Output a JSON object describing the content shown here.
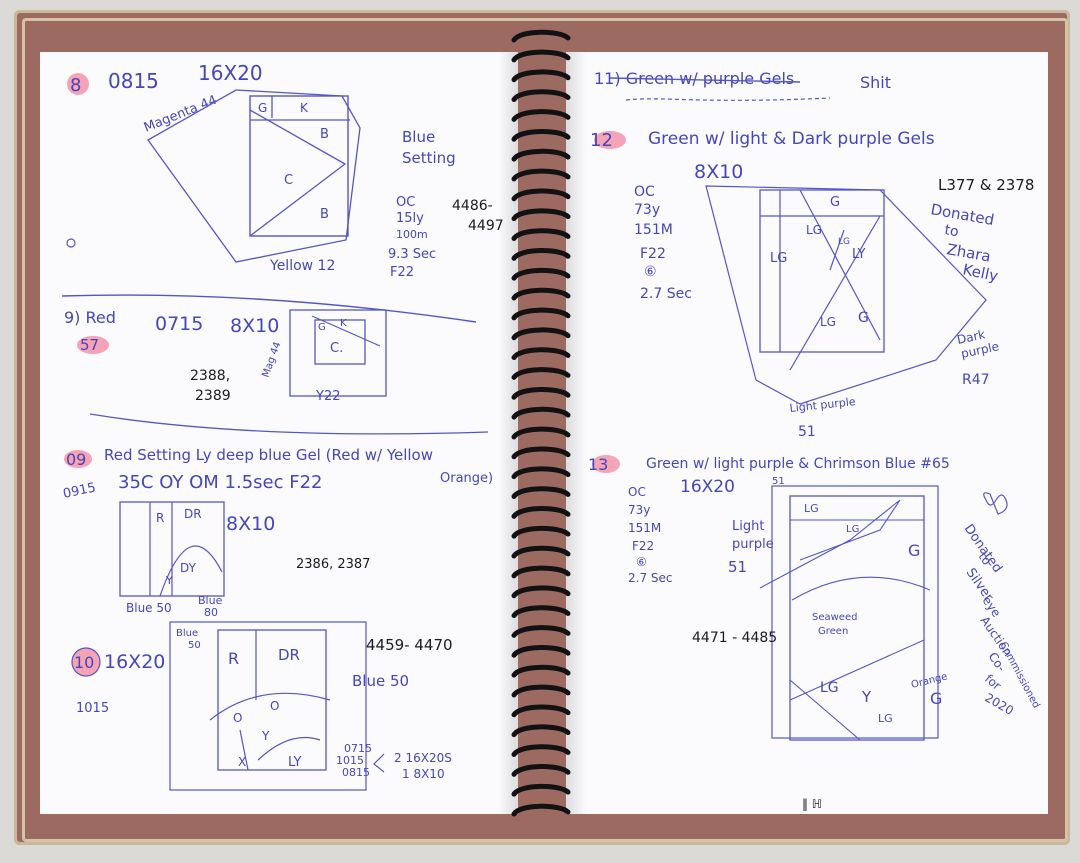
{
  "left_page": {
    "entry8": {
      "number": "8",
      "time": "0815",
      "size": "16X20",
      "magenta": "Magenta 44",
      "zones": {
        "g": "G",
        "k": "K",
        "b1": "B",
        "c": "C",
        "b2": "B"
      },
      "yellow": "Yellow 12",
      "setting": [
        "Blue",
        "Setting"
      ],
      "exposure": [
        "OC",
        "15ly",
        "100m",
        "9.3 Sec",
        "F22"
      ],
      "frames": [
        "4486-",
        "4497"
      ]
    },
    "entry9": {
      "label": "9) Red",
      "time": "0715",
      "size": "8X10",
      "number": "57",
      "zones": {
        "g": "G",
        "k": "K",
        "c": "C.",
        "y": "Y22"
      },
      "magenta": "Mag 44",
      "frames": [
        "2388,",
        "2389"
      ]
    },
    "entry10": {
      "number": "09",
      "heading": "Red Setting Ly deep blue Gel (Red w/ Yellow",
      "heading2": "Orange)",
      "time_margin": "0915",
      "exposure": "35C  OY  OM   1.5sec  F22",
      "size": "8X10",
      "zones": {
        "r": "R",
        "dr": "DR",
        "y": "Y",
        "dy": "DY"
      },
      "blue50": "Blue 50",
      "blue80": [
        "Blue",
        "80"
      ],
      "frames": "2386, 2387"
    },
    "entry11": {
      "number": "10",
      "size": "16X20",
      "time_margin": "1015",
      "blue50_top": [
        "Blue",
        "50"
      ],
      "zones": {
        "r": "R",
        "dr": "DR",
        "o1": "O",
        "o2": "O",
        "y": "Y",
        "x": "X",
        "ly": "LY"
      },
      "frames": "4459- 4470",
      "setting": "Blue 50",
      "times": [
        "0715",
        "1015",
        "0815"
      ],
      "sizes": [
        "2 16X20S",
        "1 8X10"
      ]
    }
  },
  "right_page": {
    "entry11_struck": {
      "heading": "11) Green w/ purple Gels",
      "note": "Shit"
    },
    "entry12": {
      "number": "12",
      "heading": "Green w/ light & Dark purple Gels",
      "size": "8X10",
      "exposure": [
        "OC",
        "73y",
        "151M",
        "F22",
        "⑥",
        "2.7 Sec"
      ],
      "frames": "L377 & 2378",
      "donated": [
        "Donated",
        "to",
        "Zhara",
        "Kelly"
      ],
      "zones": {
        "g1": "G",
        "lg1": "LG",
        "lg2": "LG",
        "ly": "LY",
        "lg3": "LG",
        "g2": "G",
        "lg4": "LG"
      },
      "dark_purple": [
        "Dark",
        "purple",
        "R47"
      ],
      "light_purple": [
        "Light purple",
        "51"
      ]
    },
    "entry13": {
      "number": "13",
      "heading": "Green w/ light purple & Chrimson Blue #65",
      "size": "16X20",
      "exposure": [
        "OC",
        "73y",
        "151M",
        "F22",
        "⑥",
        "2.7 Sec"
      ],
      "light_purple": [
        "Light",
        "purple",
        "51"
      ],
      "top51": "51",
      "zones": {
        "lg1": "LG",
        "lg2": "LG",
        "g1": "G",
        "lg3": "LG",
        "y": "Y",
        "lg4": "LG",
        "g2": "G"
      },
      "seaweed": [
        "Seaweed",
        "Green"
      ],
      "orange": "Orange",
      "frames": "4471 - 4485",
      "donated": [
        "Donated",
        "to",
        "Silver",
        "eye",
        "Auction",
        "Co-",
        "Commissioned",
        "for",
        "2020"
      ]
    },
    "bottom_marks": "‖  ℍ"
  }
}
